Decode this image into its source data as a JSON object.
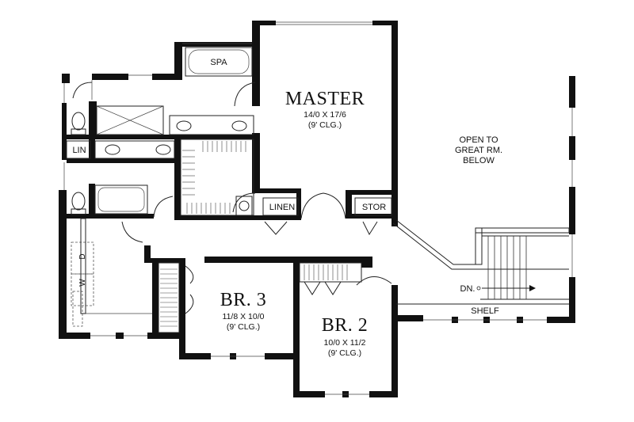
{
  "rooms": {
    "master": {
      "name": "MASTER",
      "dims": "14/0 X 17/6",
      "ceiling": "(9' CLG.)"
    },
    "br3": {
      "name": "BR. 3",
      "dims": "11/8 X 10/0",
      "ceiling": "(9' CLG.)"
    },
    "br2": {
      "name": "BR. 2",
      "dims": "10/0 X 11/2",
      "ceiling": "(9' CLG.)"
    }
  },
  "labels": {
    "spa": "SPA",
    "lin": "LIN",
    "linen": "LINEN",
    "stor": "STOR",
    "washer": "W",
    "dryer": "D",
    "down": "DN.",
    "shelf": "SHELF",
    "open_line1": "OPEN TO",
    "open_line2": "GREAT RM.",
    "open_line3": "BELOW"
  }
}
